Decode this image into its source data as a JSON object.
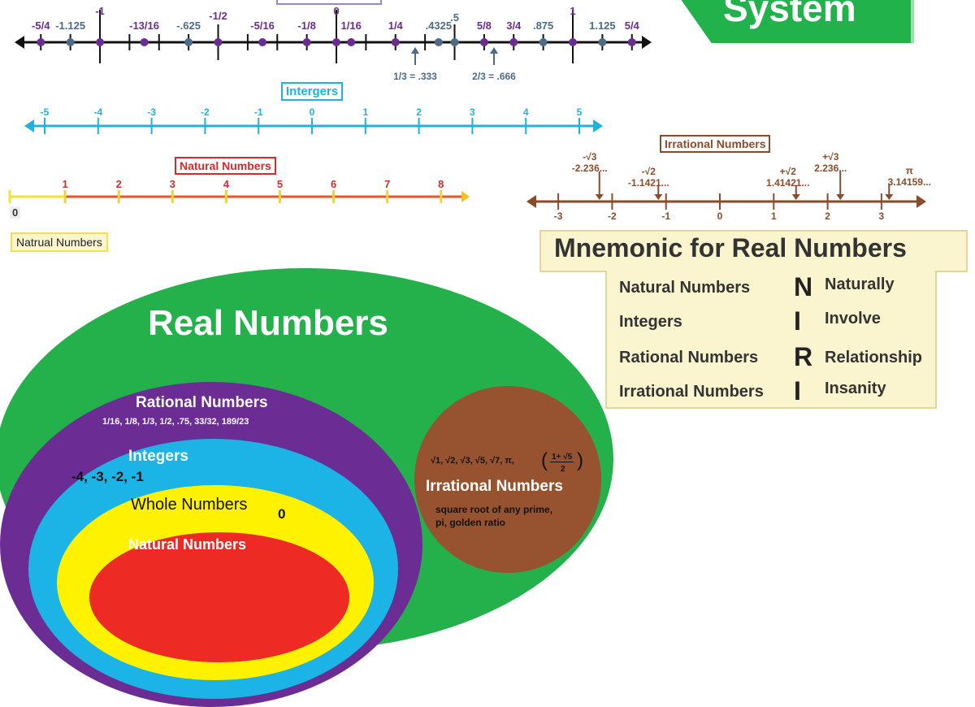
{
  "banner": {
    "title": "System"
  },
  "fractions_line": {
    "labels": [
      {
        "text": "-5/4",
        "value": -1.25,
        "color": "#6a2c91",
        "major": false
      },
      {
        "text": "-1.125",
        "value": -1.125,
        "color": "#4d6a86",
        "major": false
      },
      {
        "text": "-1",
        "value": -1,
        "color": "#6a2c91",
        "major": true
      },
      {
        "text": "-13/16",
        "value": -0.8125,
        "color": "#6a2c91",
        "major": false
      },
      {
        "text": "-.625",
        "value": -0.625,
        "color": "#4d6a86",
        "major": false
      },
      {
        "text": "-1/2",
        "value": -0.5,
        "color": "#6a2c91",
        "major": true
      },
      {
        "text": "-5/16",
        "value": -0.3125,
        "color": "#6a2c91",
        "major": false
      },
      {
        "text": "-1/8",
        "value": -0.125,
        "color": "#6a2c91",
        "major": false
      },
      {
        "text": "0",
        "value": 0,
        "color": "#6a2c91",
        "major": true
      },
      {
        "text": "1/16",
        "value": 0.0625,
        "color": "#6a2c91",
        "major": false
      },
      {
        "text": "1/4",
        "value": 0.25,
        "color": "#6a2c91",
        "major": false
      },
      {
        "text": ".4325",
        "value": 0.4325,
        "color": "#4d6a86",
        "major": false
      },
      {
        "text": ".5",
        "value": 0.5,
        "color": "#4d6a86",
        "major": true
      },
      {
        "text": "5/8",
        "value": 0.625,
        "color": "#6a2c91",
        "major": false
      },
      {
        "text": "3/4",
        "value": 0.75,
        "color": "#6a2c91",
        "major": false
      },
      {
        "text": ".875",
        "value": 0.875,
        "color": "#4d6a86",
        "major": false
      },
      {
        "text": "1",
        "value": 1,
        "color": "#6a2c91",
        "major": true
      },
      {
        "text": "1.125",
        "value": 1.125,
        "color": "#4d6a86",
        "major": false
      },
      {
        "text": "5/4",
        "value": 1.25,
        "color": "#6a2c91",
        "major": false
      }
    ],
    "notes": [
      {
        "text": "1/3 = .333",
        "value": 0.3333
      },
      {
        "text": "2/3 = .666",
        "value": 0.6667
      }
    ]
  },
  "integers_line": {
    "title": "Intergers",
    "color": "#1fb1e0",
    "ticks": [
      "-5",
      "-4",
      "-3",
      "-2",
      "-1",
      "0",
      "1",
      "2",
      "3",
      "4",
      "5"
    ]
  },
  "natural_line": {
    "title": "Natural Numbers",
    "ticks": [
      "1",
      "2",
      "3",
      "4",
      "5",
      "6",
      "7",
      "8"
    ],
    "zero": "0",
    "caption": "Natrual Numbers"
  },
  "irrational_line": {
    "title": "Irrational Numbers",
    "color": "#8a4b2a",
    "ticks": [
      "-3",
      "-2",
      "-1",
      "0",
      "1",
      "2",
      "3"
    ],
    "markers": [
      {
        "sym": "-√3",
        "val": "-2.236...",
        "value": -2.236
      },
      {
        "sym": "-√2",
        "val": "-1.1421...",
        "value": -1.1421
      },
      {
        "sym": "+√2",
        "val": "1.41421...",
        "value": 1.41421
      },
      {
        "sym": "+√3",
        "val": "2.236...",
        "value": 2.236
      },
      {
        "sym": "π",
        "val": "3.14159...",
        "value": 3.14159
      }
    ]
  },
  "mnemonic": {
    "title": "Mnemonic for Real Numbers",
    "rows": [
      {
        "set": "Natural Numbers",
        "letter": "N",
        "word": "Naturally"
      },
      {
        "set": "Integers",
        "letter": "I",
        "word": "Involve"
      },
      {
        "set": "Rational Numbers",
        "letter": "R",
        "word": "Relationship"
      },
      {
        "set": "Irrational Numbers",
        "letter": "I",
        "word": "Insanity"
      }
    ]
  },
  "venn": {
    "real": "Real Numbers",
    "rational": "Rational Numbers",
    "rational_examples": "1/16, 1/8, 1/3, 1/2, .75, 33/32, 189/23",
    "integers": "Integers",
    "integers_examples": "-4, -3, -2, -1",
    "whole": "Whole Numbers",
    "whole_example": "0",
    "natural": "Natural Numbers",
    "irrational": "Irrational Numbers",
    "irrational_symbols": "√1, √2, √3, √5, √7, π,",
    "golden_num": "1+ √5",
    "golden_den": "2",
    "irrational_desc_1": "square root of any prime,",
    "irrational_desc_2": "pi, golden ratio"
  }
}
